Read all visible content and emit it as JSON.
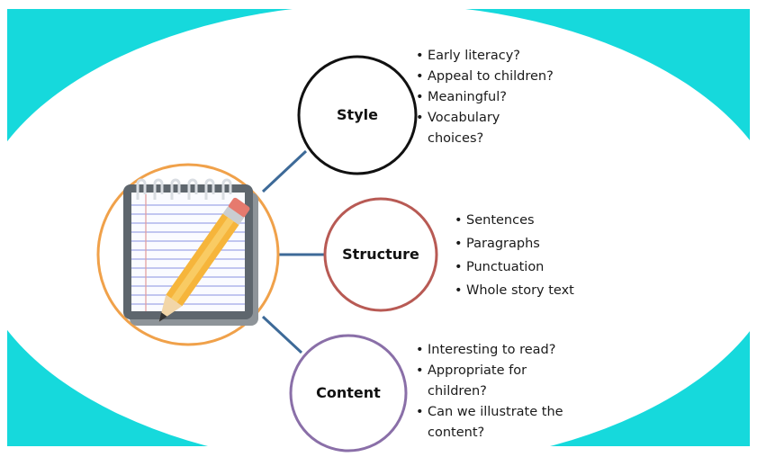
{
  "colors": {
    "background": "#16D9DC",
    "oval": "#FFFFFF",
    "connector": "#3D6A98",
    "icon_ring": "#F0A14A",
    "style_ring": "#111111",
    "structure_ring": "#B85A54",
    "content_ring": "#8A6FA8"
  },
  "icon": {
    "name": "notepad-pencil-icon"
  },
  "nodes": {
    "style": {
      "label": "Style",
      "items": [
        "Early literacy?",
        "Appeal to children?",
        "Meaningful?",
        "Vocabulary choices?"
      ]
    },
    "structure": {
      "label": "Structure",
      "items": [
        "Sentences",
        "Paragraphs",
        "Punctuation",
        "Whole story text"
      ]
    },
    "content": {
      "label": "Content",
      "items": [
        "Interesting to read?",
        "Appropriate for children?",
        "Can we illustrate the content?"
      ]
    }
  }
}
